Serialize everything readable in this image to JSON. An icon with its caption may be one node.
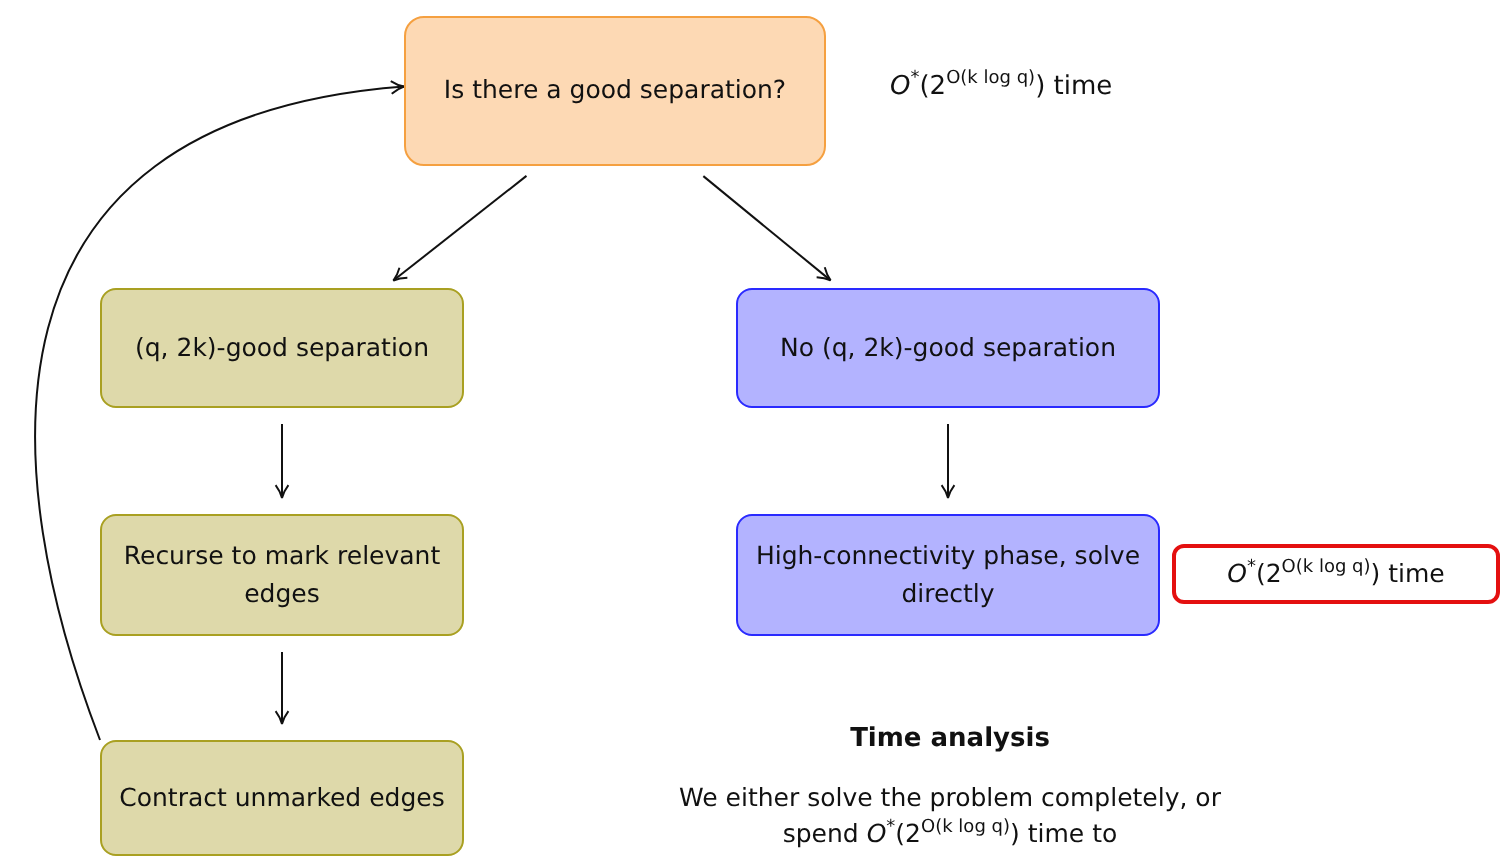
{
  "diagram": {
    "nodes": [
      {
        "text": [
          "Is there a good separation?"
        ],
        "beside": [
          "*O*$^{*}$(2$^{O(k log q)}$) time"
        ]
      },
      {
        "text": [
          "(q, 2k)-good separation"
        ]
      },
      {
        "text": [
          "No (q, 2k)-good separation"
        ]
      },
      {
        "text": [
          "Recurse to mark relevant edges"
        ]
      },
      {
        "text": [
          "High-connectivity phase, solve directly"
        ]
      },
      {
        "text": [
          "*O*$^{*}$(2$^{O(k log q)}$) time"
        ]
      },
      {
        "text": [
          "Contract unmarked edges"
        ]
      }
    ],
    "edges": [
      {
        "from": 0,
        "to": 1,
        "arrow": "to"
      },
      {
        "from": 0,
        "to": 2,
        "arrow": "to"
      },
      {
        "from": 1,
        "to": 3,
        "arrow": "to"
      },
      {
        "from": 2,
        "to": 4,
        "arrow": "to"
      },
      {
        "from": 3,
        "to": 6,
        "arrow": "to"
      },
      {
        "from": 6,
        "to": 0,
        "arrow": "to"
      }
    ],
    "labels": [
      "Time analysis",
      "We either solve the problem completely, or spend *O*$^{*}$(2$^{O(k log q)}$) time to"
    ]
  }
}
